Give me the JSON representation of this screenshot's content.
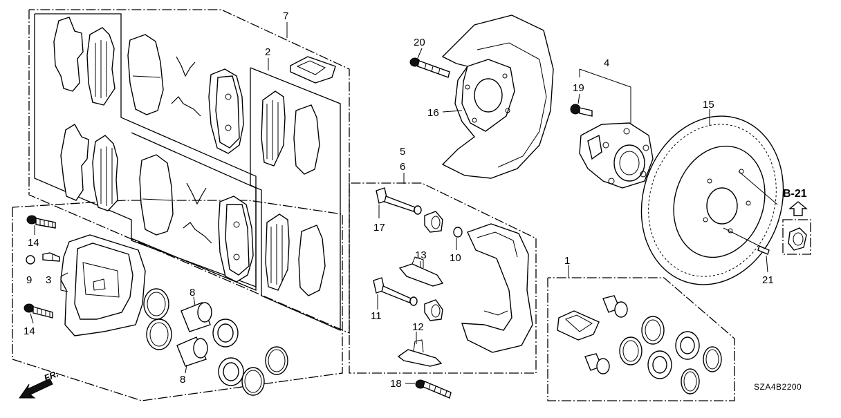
{
  "callouts": {
    "c1": "1",
    "c2": "2",
    "c3": "3",
    "c4": "4",
    "c5": "5",
    "c6": "6",
    "c7": "7",
    "c8a": "8",
    "c8b": "8",
    "c9": "9",
    "c10": "10",
    "c11": "11",
    "c12": "12",
    "c13": "13",
    "c14a": "14",
    "c14b": "14",
    "c15": "15",
    "c16": "16",
    "c17": "17",
    "c18": "18",
    "c19": "19",
    "c20": "20",
    "c21": "21"
  },
  "reference": {
    "label": "B-21",
    "arrow_icon": "up-arrow-icon"
  },
  "direction": {
    "label": "FR.",
    "arrow_icon": "arrow-down-left-icon"
  },
  "diagram_code": "SZA4B2200"
}
